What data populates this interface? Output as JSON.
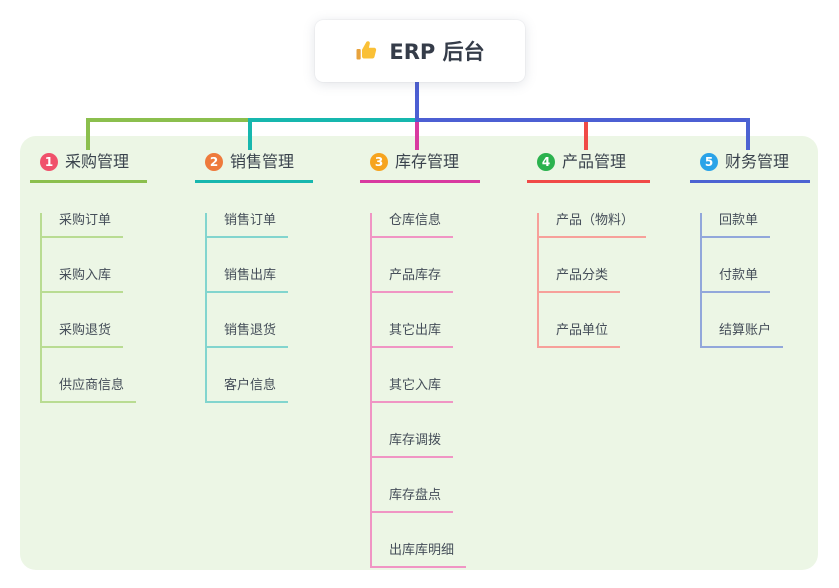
{
  "page": {
    "background": "#ffffff",
    "panel_background": "#ecf6e5"
  },
  "root": {
    "icon": "thumbs-up-icon",
    "label": "ERP 后台",
    "connector_color": "#4c5fd3"
  },
  "branches": [
    {
      "number": "1",
      "label": "采购管理",
      "badge_color": "#f0516b",
      "line_color": "#8bbf4d",
      "child_line_color": "#b9dc92",
      "children": [
        "采购订单",
        "采购入库",
        "采购退货",
        "供应商信息"
      ]
    },
    {
      "number": "2",
      "label": "销售管理",
      "badge_color": "#ee7a3c",
      "line_color": "#17b7ae",
      "child_line_color": "#82d5ce",
      "children": [
        "销售订单",
        "销售出库",
        "销售退货",
        "客户信息"
      ]
    },
    {
      "number": "3",
      "label": "库存管理",
      "badge_color": "#f6a41f",
      "line_color": "#d83aa0",
      "child_line_color": "#f095c4",
      "children": [
        "仓库信息",
        "产品库存",
        "其它出库",
        "其它入库",
        "库存调拨",
        "库存盘点",
        "出库库明细"
      ]
    },
    {
      "number": "4",
      "label": "产品管理",
      "badge_color": "#2bb24e",
      "line_color": "#f04a47",
      "child_line_color": "#f7a09a",
      "children": [
        "产品（物料）",
        "产品分类",
        "产品单位"
      ]
    },
    {
      "number": "5",
      "label": "财务管理",
      "badge_color": "#2aa3e8",
      "line_color": "#4c63d2",
      "child_line_color": "#92a7db",
      "children": [
        "回款单",
        "付款单",
        "结算账户"
      ]
    }
  ]
}
